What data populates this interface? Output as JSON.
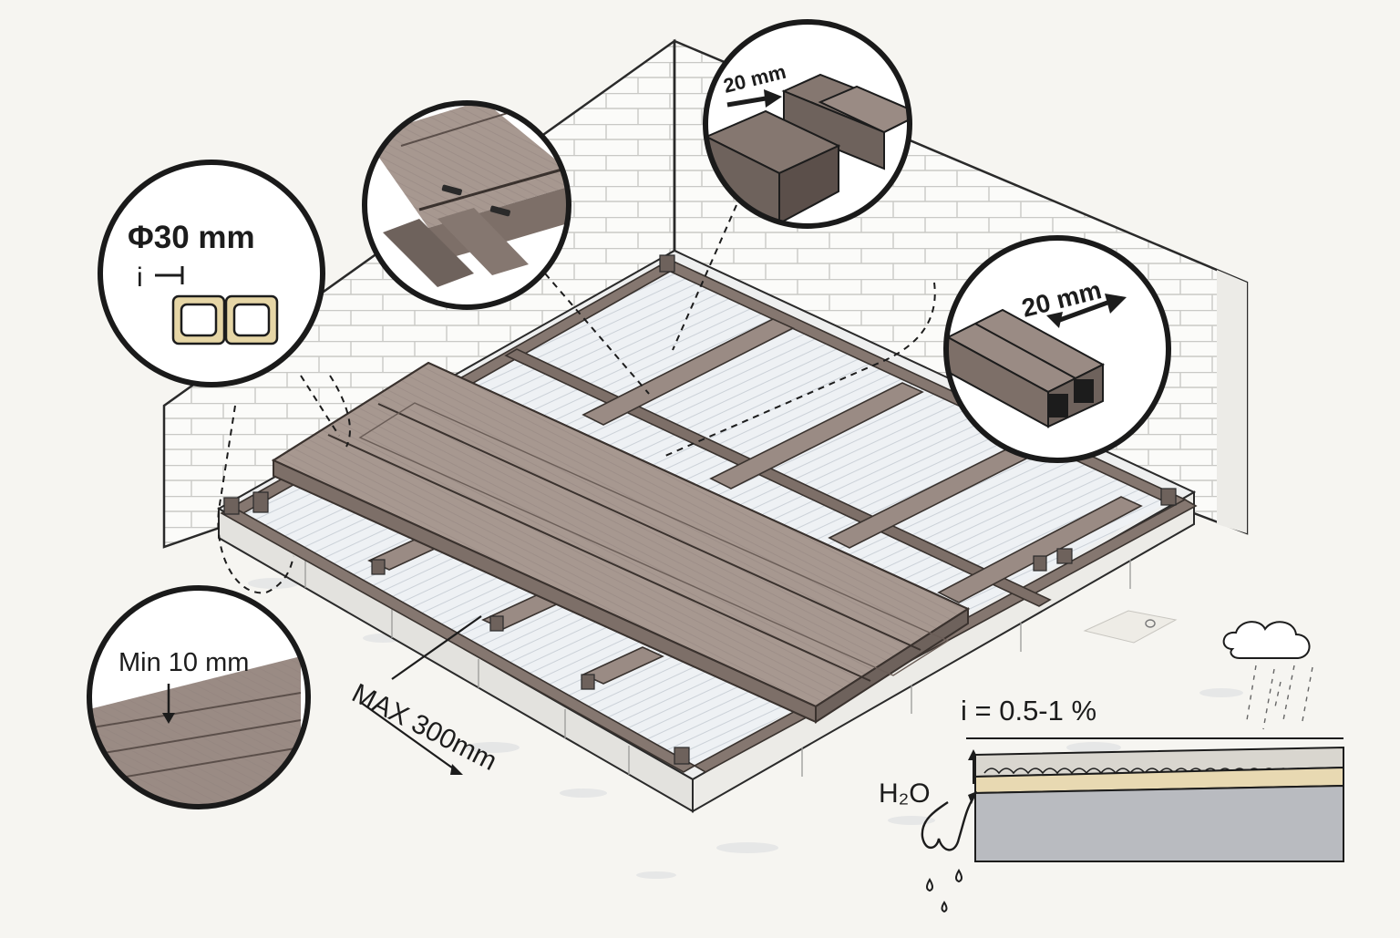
{
  "callouts": {
    "pipe_diameter": "Φ30 mm",
    "pipe_slope_mark": "i",
    "joist_gap_top": "20 mm",
    "joist_gap_right": "20 mm",
    "edge_gap": "Min 10 mm",
    "joist_spacing": "MAX 300mm",
    "slope": "i = 0.5-1 %",
    "water": "H₂O"
  },
  "colors": {
    "board": "#a79890",
    "board_dark": "#7d6f68",
    "joist": "#857770",
    "wall": "#fbfbf9",
    "line": "#1c1c1c",
    "pipe_frame": "#e6d6a6"
  }
}
